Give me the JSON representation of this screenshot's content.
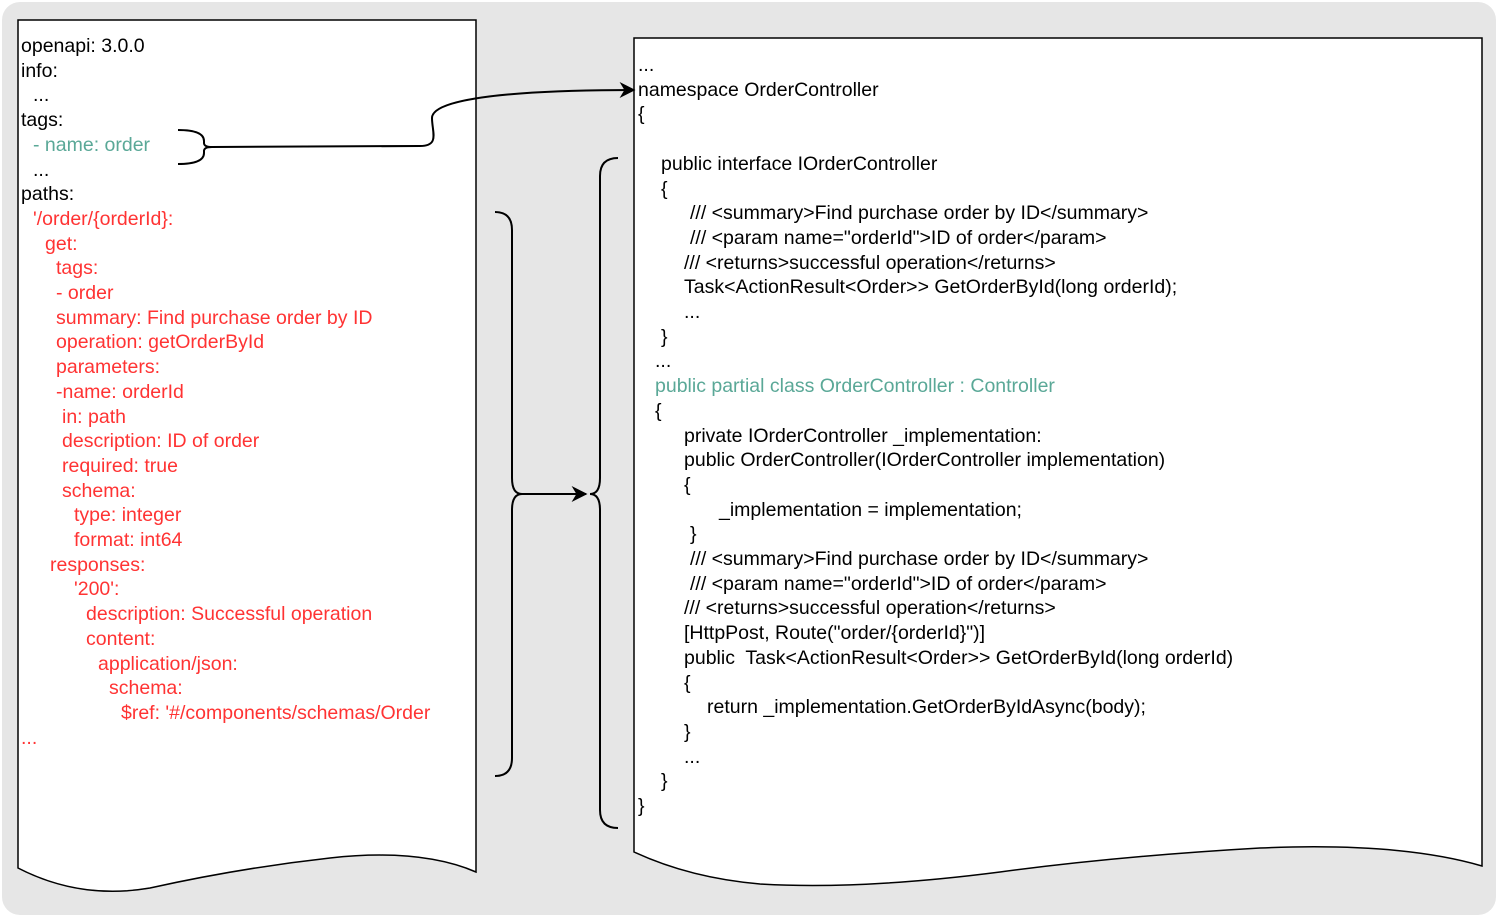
{
  "colors": {
    "background": "#e6e6e6",
    "document_fill": "#ffffff",
    "stroke": "#000000",
    "text": "#000000",
    "yaml_highlight": "#ff3333",
    "tag_highlight": "#5aa897"
  },
  "openapi_doc": {
    "lines": [
      {
        "indent": 0,
        "text": "openapi: 3.0.0",
        "style": "normal"
      },
      {
        "indent": 0,
        "text": "info:",
        "style": "normal"
      },
      {
        "indent": 12,
        "text": "...",
        "style": "normal"
      },
      {
        "indent": 0,
        "text": "tags:",
        "style": "normal"
      },
      {
        "indent": 12,
        "text": "- name: order",
        "style": "teal"
      },
      {
        "indent": 12,
        "text": "...",
        "style": "normal"
      },
      {
        "indent": 0,
        "text": "paths:",
        "style": "normal"
      },
      {
        "indent": 12,
        "text": "'/order/{orderId}:",
        "style": "red"
      },
      {
        "indent": 24,
        "text": "get:",
        "style": "red"
      },
      {
        "indent": 35,
        "text": "tags:",
        "style": "red"
      },
      {
        "indent": 35,
        "text": "- order",
        "style": "red"
      },
      {
        "indent": 35,
        "text": "summary: Find purchase order by ID",
        "style": "red"
      },
      {
        "indent": 35,
        "text": "operation: getOrderById",
        "style": "red"
      },
      {
        "indent": 35,
        "text": "parameters:",
        "style": "red"
      },
      {
        "indent": 35,
        "text": "-name: orderId",
        "style": "red"
      },
      {
        "indent": 41,
        "text": "in: path",
        "style": "red"
      },
      {
        "indent": 41,
        "text": "description: ID of order",
        "style": "red"
      },
      {
        "indent": 41,
        "text": "required: true",
        "style": "red"
      },
      {
        "indent": 41,
        "text": "schema:",
        "style": "red"
      },
      {
        "indent": 53,
        "text": "type: integer",
        "style": "red"
      },
      {
        "indent": 53,
        "text": "format: int64",
        "style": "red"
      },
      {
        "indent": 29,
        "text": "responses:",
        "style": "red"
      },
      {
        "indent": 53,
        "text": "'200':",
        "style": "red"
      },
      {
        "indent": 65,
        "text": "description: Successful operation",
        "style": "red"
      },
      {
        "indent": 65,
        "text": "content:",
        "style": "red"
      },
      {
        "indent": 77,
        "text": "application/json:",
        "style": "red"
      },
      {
        "indent": 88,
        "text": "schema:",
        "style": "red"
      },
      {
        "indent": 100,
        "text": "$ref: '#/components/schemas/Order",
        "style": "red"
      },
      {
        "indent": 0,
        "text": "...",
        "style": "red"
      }
    ]
  },
  "csharp_doc": {
    "lines": [
      {
        "indent": 0,
        "text": "...",
        "style": "normal"
      },
      {
        "indent": 0,
        "text": "namespace OrderController",
        "style": "normal"
      },
      {
        "indent": 0,
        "text": "{",
        "style": "normal"
      },
      {
        "indent": 0,
        "text": "",
        "style": "normal"
      },
      {
        "indent": 23,
        "text": "public interface IOrderController",
        "style": "normal"
      },
      {
        "indent": 23,
        "text": "{",
        "style": "normal"
      },
      {
        "indent": 52,
        "text": "/// <summary>Find purchase order by ID</summary>",
        "style": "normal"
      },
      {
        "indent": 52,
        "text": "/// <param name=\"orderId\">ID of order</param>",
        "style": "normal"
      },
      {
        "indent": 46,
        "text": "/// <returns>successful operation</returns>",
        "style": "normal"
      },
      {
        "indent": 46,
        "text": "Task<ActionResult<Order>> GetOrderById(long orderId);",
        "style": "normal"
      },
      {
        "indent": 46,
        "text": "...",
        "style": "normal"
      },
      {
        "indent": 23,
        "text": "}",
        "style": "normal"
      },
      {
        "indent": 17,
        "text": "...",
        "style": "normal"
      },
      {
        "indent": 17,
        "text": "public partial class OrderController : Controller",
        "style": "teal"
      },
      {
        "indent": 17,
        "text": "{",
        "style": "normal"
      },
      {
        "indent": 46,
        "text": "private IOrderController _implementation:",
        "style": "normal"
      },
      {
        "indent": 46,
        "text": "public OrderController(IOrderController implementation)",
        "style": "normal"
      },
      {
        "indent": 46,
        "text": "{",
        "style": "normal"
      },
      {
        "indent": 81,
        "text": "_implementation = implementation;",
        "style": "normal"
      },
      {
        "indent": 52,
        "text": "}",
        "style": "normal"
      },
      {
        "indent": 52,
        "text": "/// <summary>Find purchase order by ID</summary>",
        "style": "normal"
      },
      {
        "indent": 52,
        "text": "/// <param name=\"orderId\">ID of order</param>",
        "style": "normal"
      },
      {
        "indent": 46,
        "text": "/// <returns>successful operation</returns>",
        "style": "normal"
      },
      {
        "indent": 46,
        "text": "[HttpPost, Route(\"order/{orderId}\")]",
        "style": "normal"
      },
      {
        "indent": 46,
        "text": "public  Task<ActionResult<Order>> GetOrderById(long orderId)",
        "style": "normal"
      },
      {
        "indent": 46,
        "text": "{",
        "style": "normal"
      },
      {
        "indent": 69,
        "text": "return _implementation.GetOrderByIdAsync(body);",
        "style": "normal"
      },
      {
        "indent": 46,
        "text": "}",
        "style": "normal"
      },
      {
        "indent": 46,
        "text": "...",
        "style": "normal"
      },
      {
        "indent": 23,
        "text": "}",
        "style": "normal"
      },
      {
        "indent": 0,
        "text": "}",
        "style": "normal"
      }
    ]
  }
}
